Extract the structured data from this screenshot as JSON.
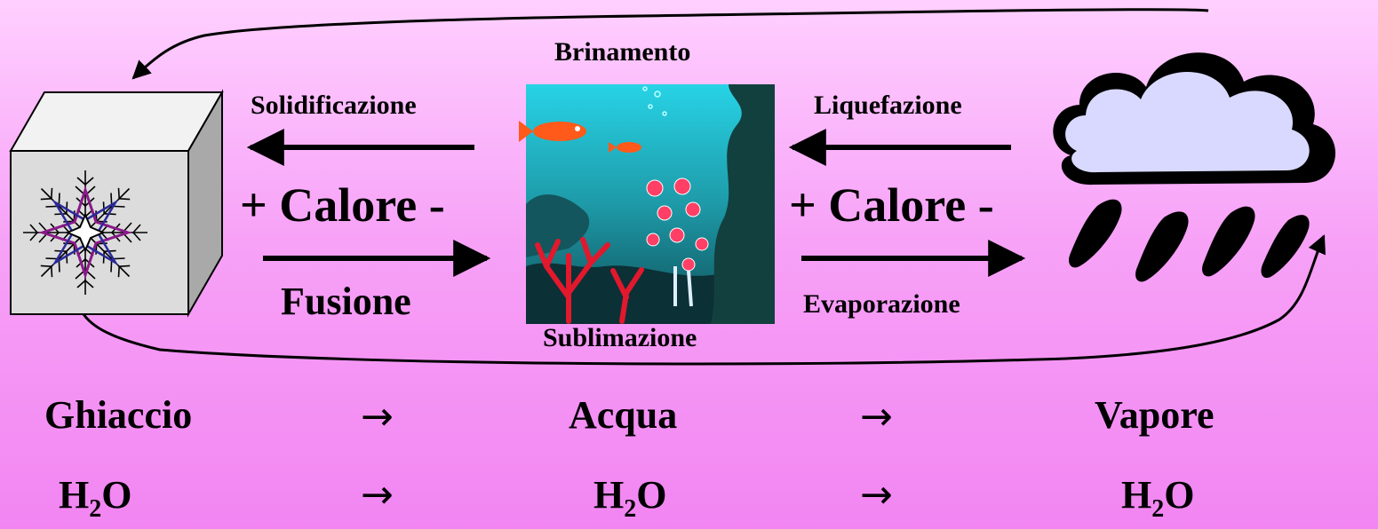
{
  "transitions": {
    "brinamento": "Brinamento",
    "solidificazione": "Solidificazione",
    "liquefazione": "Liquefazione",
    "fusione": "Fusione",
    "evaporazione": "Evaporazione",
    "sublimazione": "Sublimazione"
  },
  "heat": {
    "left": {
      "plus": "+",
      "word": "Calore",
      "minus": "-"
    },
    "right": {
      "plus": "+",
      "word": "Calore",
      "minus": "-"
    }
  },
  "states": {
    "names": [
      "Ghiaccio",
      "Acqua",
      "Vapore"
    ],
    "arrow": "→",
    "formula": {
      "base1": "H",
      "sub": "2",
      "base2": "O"
    }
  },
  "icons": {
    "solid": "ice-cube-snowflake-icon",
    "liquid": "underwater-sea-icon",
    "gas": "rain-cloud-icon"
  },
  "colors": {
    "background_top": "#ffd0ff",
    "background_bottom": "#f285f2",
    "cube_face": "#dcdcdc",
    "cloud": "#d9d9ff",
    "sea": "#1e9aa8"
  }
}
